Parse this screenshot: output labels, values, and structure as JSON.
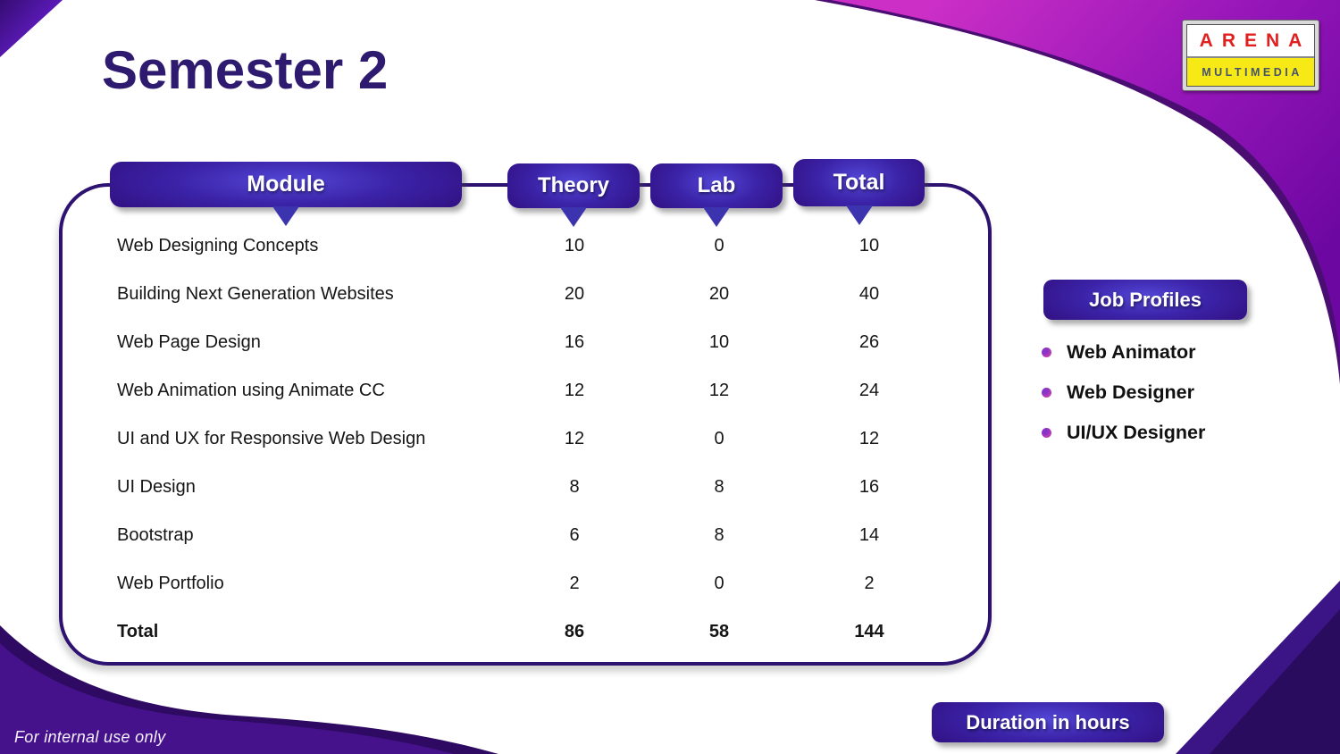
{
  "slide": {
    "title": "Semester 2",
    "footer": "For internal use only",
    "duration_label": "Duration in hours"
  },
  "logo": {
    "line1": "ARENA",
    "line2": "MULTIMEDIA"
  },
  "table": {
    "headers": [
      "Module",
      "Theory",
      "Lab",
      "Total"
    ],
    "rows": [
      {
        "module": "Web Designing Concepts",
        "theory": "10",
        "lab": "0",
        "total": "10"
      },
      {
        "module": "Building Next Generation Websites",
        "theory": "20",
        "lab": "20",
        "total": "40"
      },
      {
        "module": "Web Page Design",
        "theory": "16",
        "lab": "10",
        "total": "26"
      },
      {
        "module": "Web Animation using Animate CC",
        "theory": "12",
        "lab": "12",
        "total": "24"
      },
      {
        "module": "UI and UX for Responsive Web Design",
        "theory": "12",
        "lab": "0",
        "total": "12"
      },
      {
        "module": "UI Design",
        "theory": "8",
        "lab": "8",
        "total": "16"
      },
      {
        "module": "Bootstrap",
        "theory": "6",
        "lab": "8",
        "total": "14"
      },
      {
        "module": "Web Portfolio",
        "theory": "2",
        "lab": "0",
        "total": "2"
      },
      {
        "module": "Total",
        "theory": "86",
        "lab": "58",
        "total": "144",
        "bold": true
      }
    ]
  },
  "job_profiles": {
    "title": "Job Profiles",
    "items": [
      "Web Animator",
      "Web Designer",
      "UI/UX Designer"
    ]
  },
  "colors": {
    "frame_border": "#2e1272",
    "pill_center": "#5347d6",
    "pill_edge": "#300e7e",
    "pointer": "#3c33ae",
    "title_text": "#2e1a6e",
    "swoosh_magenta": "#cb2fc6",
    "swoosh_violet": "#6d07a2",
    "wave_purple": "#45128c",
    "logo_red": "#e11f1f",
    "logo_yellow": "#f6e915"
  }
}
